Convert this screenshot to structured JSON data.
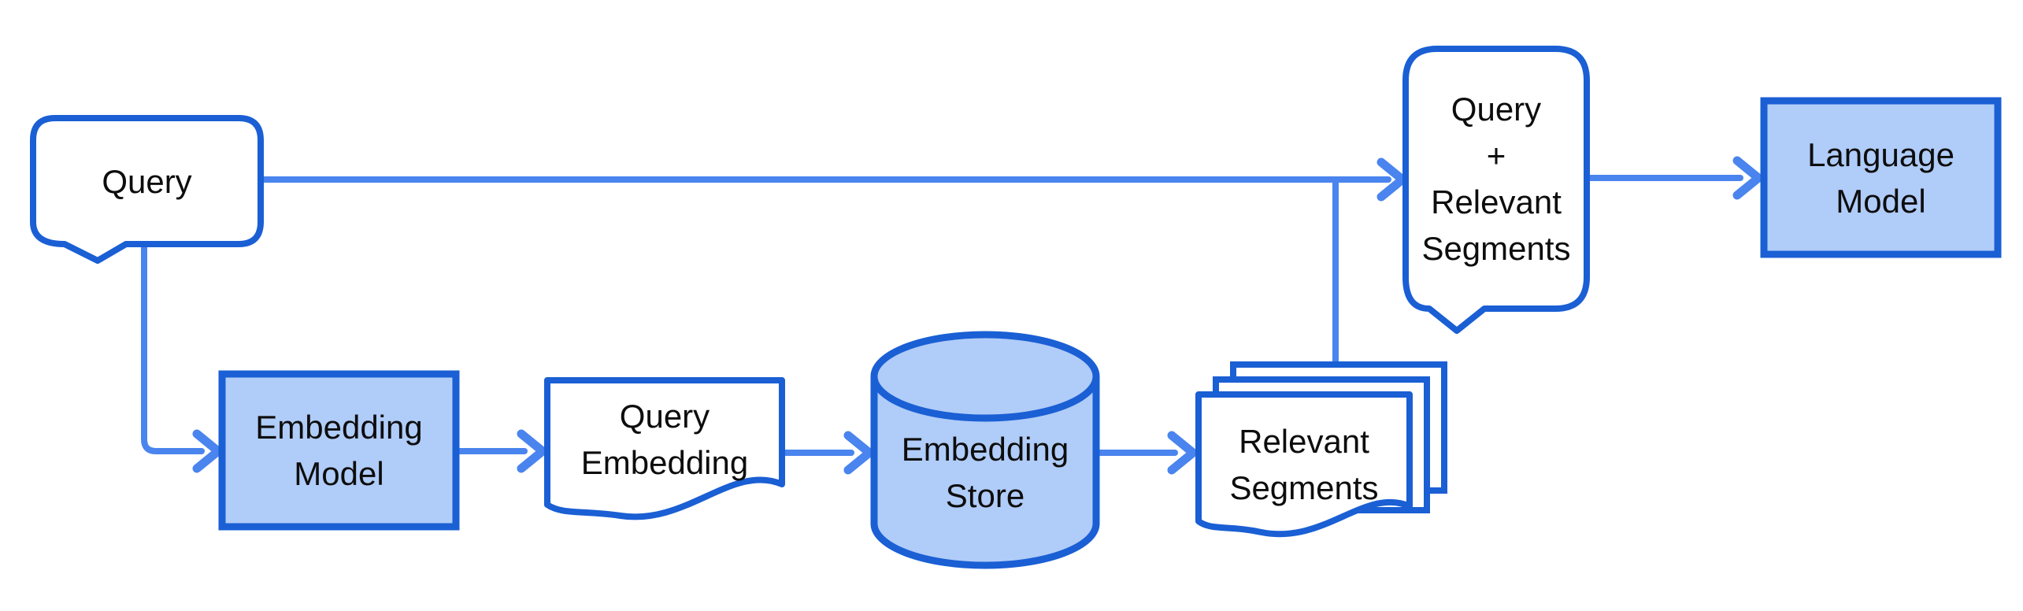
{
  "diagram": {
    "type": "flowchart",
    "colors": {
      "shape_border": "#1a5fd4",
      "connector": "#4a84ee",
      "shape_fill_blue": "#b0ccf8",
      "shape_fill_white": "#ffffff",
      "text": "#0d0d0d",
      "background": "#ffffff"
    },
    "nodes": {
      "query": {
        "label": "Query",
        "shape": "speech-bubble",
        "fill": "white"
      },
      "embedding_model": {
        "label": "Embedding\nModel",
        "shape": "rectangle",
        "fill": "blue"
      },
      "query_embedding": {
        "label": "Query\nEmbedding",
        "shape": "document",
        "fill": "white"
      },
      "embedding_store": {
        "label": "Embedding\nStore",
        "shape": "cylinder",
        "fill": "blue"
      },
      "relevant_segments": {
        "label": "Relevant\nSegments",
        "shape": "document-stack",
        "fill": "white"
      },
      "query_plus_relevant_segments": {
        "label": "Query\n+\nRelevant\nSegments",
        "shape": "speech-bubble",
        "fill": "white"
      },
      "language_model": {
        "label": "Language\nModel",
        "shape": "rectangle",
        "fill": "blue"
      }
    },
    "edges": [
      {
        "from": "query",
        "to": "embedding_model"
      },
      {
        "from": "query",
        "to": "query_plus_relevant_segments"
      },
      {
        "from": "embedding_model",
        "to": "query_embedding"
      },
      {
        "from": "query_embedding",
        "to": "embedding_store"
      },
      {
        "from": "embedding_store",
        "to": "relevant_segments"
      },
      {
        "from": "relevant_segments",
        "to": "query_plus_relevant_segments"
      },
      {
        "from": "query_plus_relevant_segments",
        "to": "language_model"
      }
    ]
  }
}
